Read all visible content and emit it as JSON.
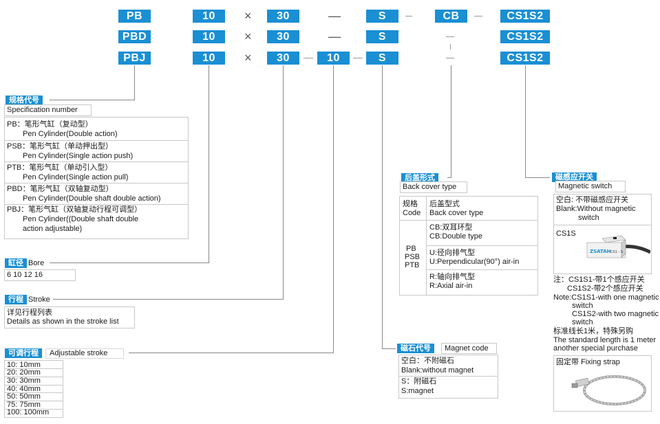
{
  "codes": {
    "row1": [
      "PB",
      "10",
      "30",
      "S",
      "CB",
      "CS1S2"
    ],
    "row2": [
      "PBD",
      "10",
      "30",
      "S",
      "CS1S2"
    ],
    "row3": [
      "PBJ",
      "10",
      "30",
      "10",
      "S",
      "CS1S2"
    ],
    "times": "×",
    "dash": "—"
  },
  "spec": {
    "tag": "规格代号",
    "subtitle": "Specification number",
    "items": [
      {
        "cn": "PB：笔形气缸（复动型）",
        "en": "Pen Cylinder(Double action)"
      },
      {
        "cn": "PSB：笔形气缸（单动押出型）",
        "en": "Pen Cylinder(Single action push)"
      },
      {
        "cn": "PTB：笔形气缸（单动引入型）",
        "en": "Pen Cylinder(Single action pull)"
      },
      {
        "cn": "PBD：笔形气缸（双轴复动型）",
        "en": "Pen Cylinder(Double shaft double action)"
      },
      {
        "cn": "PBJ：笔形气缸（双轴复动行程可调型）",
        "en": "Pen Cylinder((Double shaft double",
        "en2": "action adjustable)"
      }
    ]
  },
  "bore": {
    "tag": "缸径",
    "label": "Bore",
    "values": "6  10  12  16"
  },
  "stroke": {
    "tag": "行程",
    "label": "Stroke",
    "line1": "详见行程列表",
    "line2": "Details as shown in the stroke list"
  },
  "adj": {
    "tag": "可调行程",
    "label": "Adjustable stroke",
    "items": [
      "10:  10mm",
      "20:  20mm",
      "30:  30mm",
      "40:  40mm",
      "50:  50mm",
      "75:  75mm",
      "100:  100mm"
    ]
  },
  "back": {
    "tag": "后盖形式",
    "subtitle": "Back cover type",
    "head_code_cn": "规格",
    "head_code_en": "Code",
    "head_type_cn": "后盖型式",
    "head_type_en": "Back cover type",
    "codes": [
      "PB",
      "PSB",
      "PTB"
    ],
    "types": [
      {
        "cn": "CB:双耳环型",
        "en": "CB:Double type"
      },
      {
        "cn": "U:径向排气型",
        "en": "U:Perpendicular(90°) air-in"
      },
      {
        "cn": "R:轴向排气型",
        "en": "R:Axial air-in"
      }
    ]
  },
  "magnet": {
    "tag": "磁石代号",
    "label": "Magnet code",
    "lines": [
      "空白：不附磁石",
      "Blank:without magnet",
      "S：附磁石",
      "S:magnet"
    ]
  },
  "switch": {
    "tag": "磁感应开关",
    "subtitle": "Magnetic switch",
    "blank1": "空白: 不带磁感应开关",
    "blank2": "Blank:Without magnetic",
    "blank3": "switch",
    "model": "CS1S",
    "sensor_brand": "ZSATAH",
    "sensor_code": "CS1 - S",
    "notes": [
      "注：CS1S1-带1个感应开关",
      "CS1S2-带2个感应开关",
      "Note:CS1S1-with one magnetic",
      "switch",
      "CS1S2-with two magnetic",
      "switch",
      "标准线长1米，特殊另购",
      "The standard length is 1 meter",
      "another special purchase"
    ],
    "strap": "固定带 Fixing strap"
  },
  "colors": {
    "accent": "#1a8fd4",
    "border": "#c8c8c8",
    "line": "#888888"
  }
}
